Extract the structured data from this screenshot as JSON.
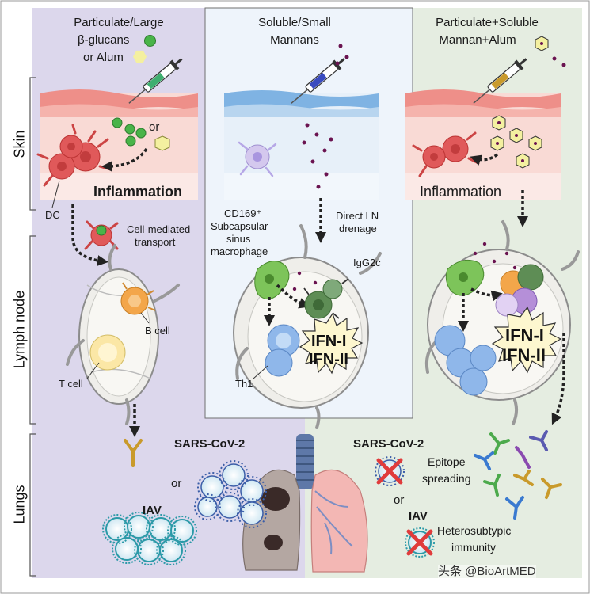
{
  "columns": {
    "left": {
      "line1": "Particulate/Large",
      "line2": "β-glucans",
      "line3": "or Alum"
    },
    "middle": {
      "line1": "Soluble/Small",
      "line2": "Mannans"
    },
    "right": {
      "line1": "Particulate+Soluble",
      "line2": "Mannan+Alum"
    }
  },
  "row_labels": {
    "skin": "Skin",
    "lymph_node": "Lymph node",
    "lungs": "Lungs"
  },
  "skin": {
    "or_text": "or",
    "left_inflammation": "Inflammation",
    "right_inflammation": "Inflammation",
    "dc_label": "DC"
  },
  "lymph": {
    "cell_mediated_1": "Cell-mediated",
    "cell_mediated_2": "transport",
    "b_cell": "B cell",
    "t_cell": "T cell",
    "cd169_1": "CD169⁺",
    "cd169_2": "Subcapsular",
    "cd169_3": "sinus",
    "cd169_4": "macrophage",
    "direct_ln_1": "Direct LN",
    "direct_ln_2": "drenage",
    "igg2c": "IgG2c",
    "th1": "Th1",
    "ifn_mid_1": "IFN-I",
    "ifn_mid_2": "IFN-II",
    "ifn_right_1": "IFN-I",
    "ifn_right_2": "IFN-II"
  },
  "lungs": {
    "left_sars": "SARS-CoV-2",
    "left_or": "or",
    "left_iav": "IAV",
    "right_sars": "SARS-CoV-2",
    "right_or": "or",
    "right_iav": "IAV",
    "epitope_1": "Epitope",
    "epitope_2": "spreading",
    "hetero_1": "Heterosubtypic",
    "hetero_2": "immunity"
  },
  "watermark": "头条 @BioArtMED",
  "colors": {
    "left_bg": "#dcd7ec",
    "middle_bg": "#eef4fb",
    "right_bg": "#e5ede1",
    "skin_pink": "#f7cfc9",
    "skin_blue": "#cfe0f1",
    "bcell_orange": "#f3a64a",
    "tcell_yellow": "#fbe7a6",
    "th1_blue": "#8fb7ea",
    "macrophage_green": "#7dc45a",
    "ifn_burst": "#fdf7cf"
  }
}
